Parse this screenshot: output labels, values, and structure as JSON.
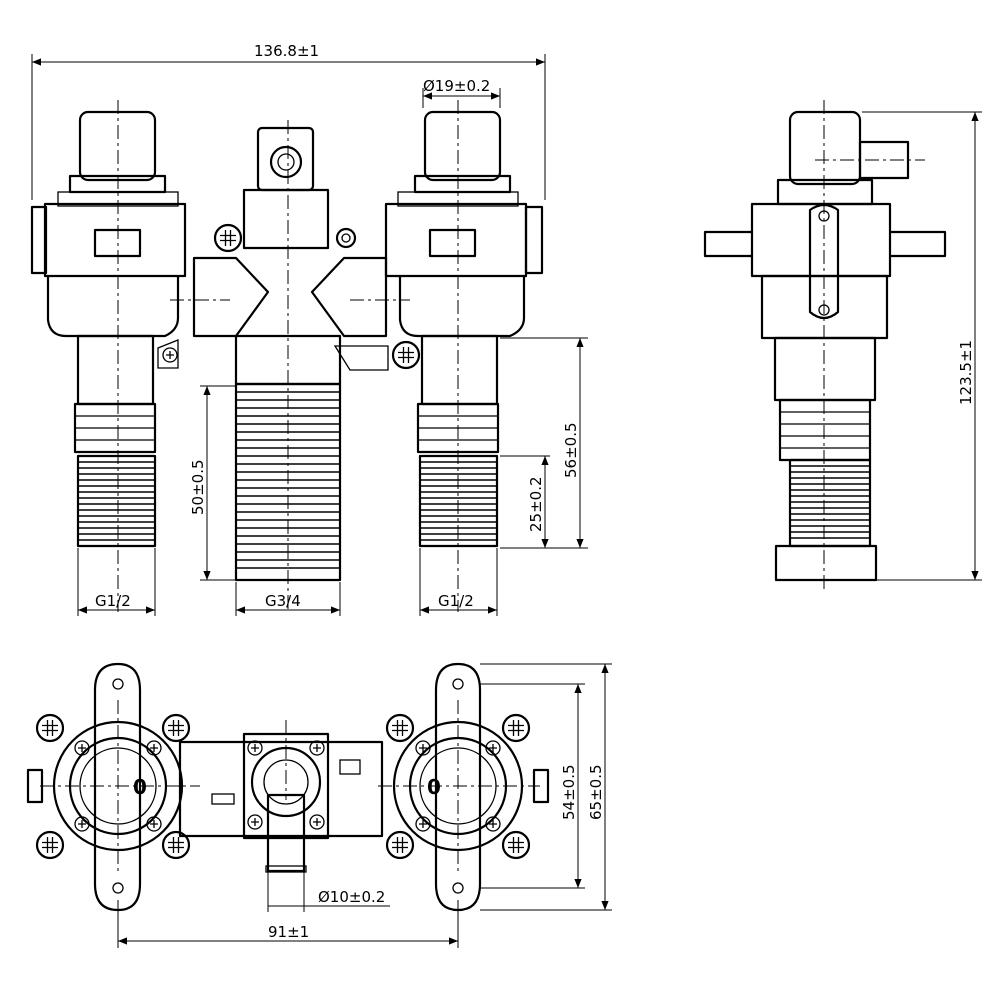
{
  "dimensions": {
    "overall_width": "136.8±1",
    "handle_diameter": "Ø19±0.2",
    "left_outlet_thread": "G1/2",
    "center_outlet_thread": "G3/4",
    "right_outlet_thread": "G1/2",
    "center_outlet_length": "50±0.5",
    "side_outlet_length": "56±0.5",
    "side_thread_length": "25±0.2",
    "overall_height": "123.5±1",
    "bracket_hole_spacing": "54±0.5",
    "bracket_span": "65±0.5",
    "spout_diameter": "Ø10±0.2",
    "valve_center_distance": "91±1",
    "valve_marker_left": "0",
    "valve_marker_right": "0"
  },
  "colors": {
    "line": "#000000",
    "background": "#ffffff"
  }
}
